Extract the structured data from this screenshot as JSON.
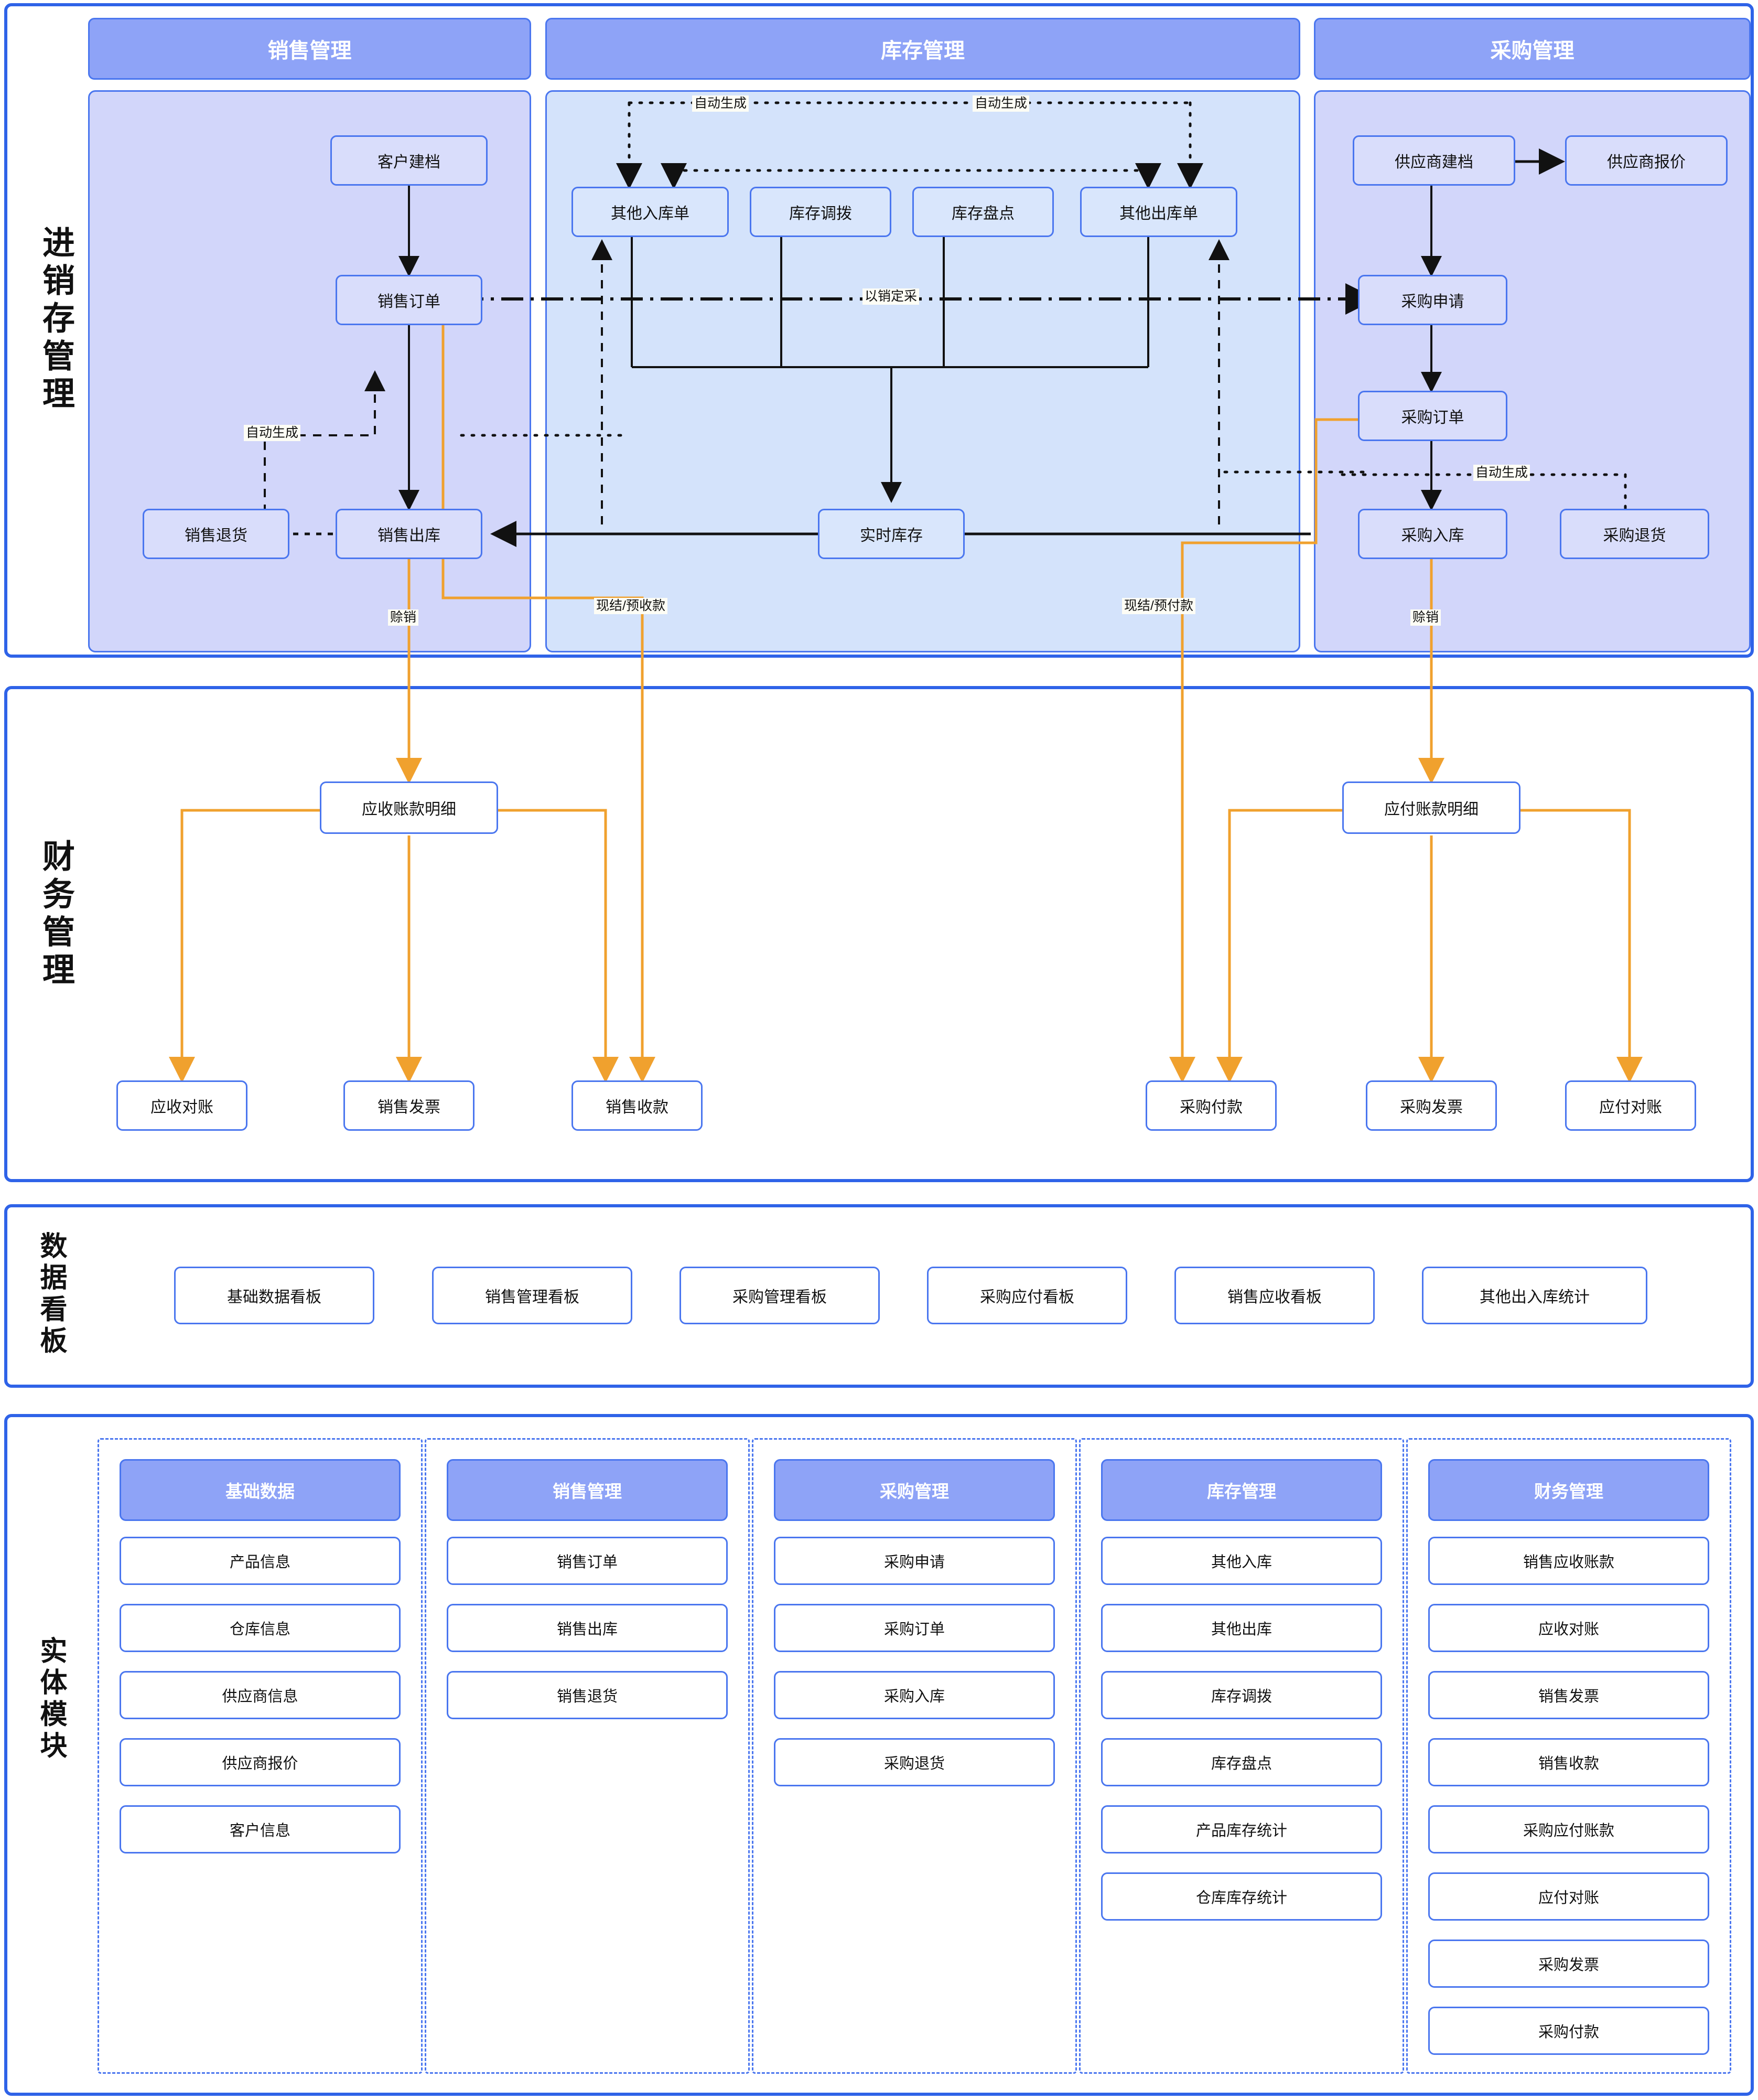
{
  "bands": [
    {
      "id": "inv",
      "label": "进销存管理"
    },
    {
      "id": "fin",
      "label": "财务管理"
    },
    {
      "id": "dash",
      "label": "数据看板"
    },
    {
      "id": "ent",
      "label": "实体模块"
    }
  ],
  "top_modules": [
    {
      "id": "sales",
      "title": "销售管理"
    },
    {
      "id": "stock",
      "title": "库存管理"
    },
    {
      "id": "purchase",
      "title": "采购管理"
    }
  ],
  "flow_nodes": {
    "customer_profile": "客户建档",
    "sales_order": "销售订单",
    "sales_return": "销售退货",
    "sales_outbound": "销售出库",
    "other_inbound_doc": "其他入库单",
    "stock_transfer": "库存调拨",
    "stock_count": "库存盘点",
    "other_outbound_doc": "其他出库单",
    "realtime_stock": "实时库存",
    "supplier_profile": "供应商建档",
    "supplier_quote": "供应商报价",
    "purchase_request": "采购申请",
    "purchase_order": "采购订单",
    "purchase_inbound": "采购入库",
    "purchase_return": "采购退货",
    "ar_detail": "应收账款明细",
    "ap_detail": "应付账款明细",
    "ar_reconcile": "应收对账",
    "sales_invoice": "销售发票",
    "sales_receipt": "销售收款",
    "purchase_payment": "采购付款",
    "purchase_invoice": "采购发票",
    "ap_reconcile": "应付对账"
  },
  "edge_labels": {
    "auto_gen": "自动生成",
    "sales_driven_purchase": "以销定采",
    "credit_sale": "赊销",
    "cash_prepay_receive": "现结/预收款",
    "cash_prepay_pay": "现结/预付款"
  },
  "dashboard_buttons": [
    "基础数据看板",
    "销售管理看板",
    "采购管理看板",
    "采购应付看板",
    "销售应收看板",
    "其他出入库统计"
  ],
  "entity_columns": [
    {
      "title": "基础数据",
      "items": [
        "产品信息",
        "仓库信息",
        "供应商信息",
        "供应商报价",
        "客户信息"
      ]
    },
    {
      "title": "销售管理",
      "items": [
        "销售订单",
        "销售出库",
        "销售退货"
      ]
    },
    {
      "title": "采购管理",
      "items": [
        "采购申请",
        "采购订单",
        "采购入库",
        "采购退货"
      ]
    },
    {
      "title": "库存管理",
      "items": [
        "其他入库",
        "其他出库",
        "库存调拨",
        "库存盘点",
        "产品库存统计",
        "仓库库存统计"
      ]
    },
    {
      "title": "财务管理",
      "items": [
        "销售应收账款",
        "应收对账",
        "销售发票",
        "销售收款",
        "采购应付账款",
        "应付对账",
        "采购发票",
        "采购付款"
      ]
    }
  ],
  "colors": {
    "frame_blue": "#2f63e8",
    "node_blue": "#4a76ef",
    "header_fill": "#8ea3f7",
    "violet_fill": "#d2d6fa",
    "sky_fill": "#d4e3fb",
    "orange": "#f0a12e",
    "black": "#111111"
  }
}
